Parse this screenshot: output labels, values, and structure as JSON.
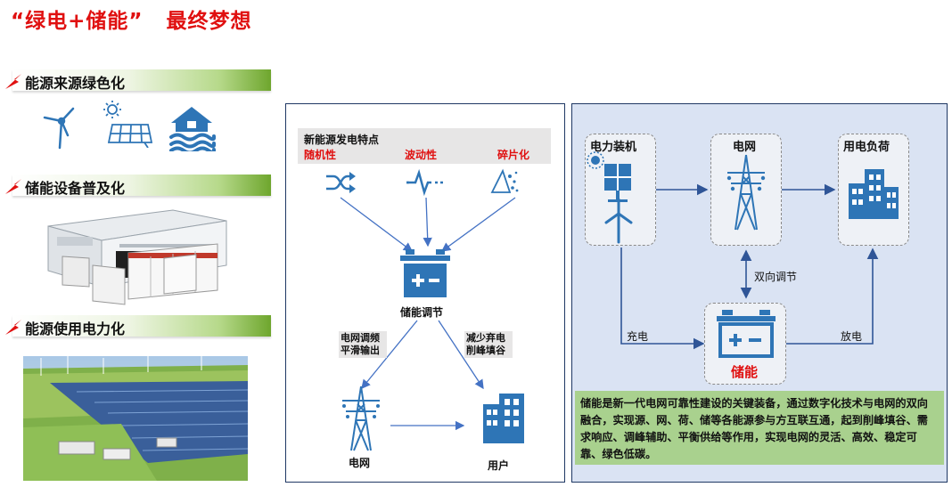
{
  "title": {
    "part1": "“绿电+储能”",
    "part2": "最终梦想"
  },
  "sections": [
    {
      "label": "能源来源绿色化"
    },
    {
      "label": "储能设备普及化"
    },
    {
      "label": "能源使用电力化"
    }
  ],
  "mid_panel": {
    "header": "新能源发电特点",
    "traits": [
      "随机性",
      "波动性",
      "碎片化"
    ],
    "storage_label": "储能调节",
    "left_note": [
      "电网调频",
      "平滑输出"
    ],
    "right_note": [
      "减少弃电",
      "削峰填谷"
    ],
    "grid_label": "电网",
    "user_label": "用户"
  },
  "right_panel": {
    "node_install": "电力装机",
    "node_grid": "电网",
    "node_load": "用电负荷",
    "bidirectional": "双向调节",
    "charge": "充电",
    "discharge": "放电",
    "storage": "储能",
    "description": "储能是新一代电网可靠性建设的关键装备，通过数字化技术与电网的双向融合，实现源、网、荷、储等各能源参与方互联互通，起到削峰填谷、需求响应、调峰辅助、平衡供给等作用，实现电网的灵活、高效、稳定可靠、绿色低碳。"
  },
  "colors": {
    "accent_red": "#e01010",
    "icon_blue": "#2e75b6",
    "panel_blue": "#dae3f3",
    "bar_green": "#6ea62d",
    "note_green": "#a9d18e"
  },
  "icons": [
    "wind-turbine-icon",
    "solar-panel-icon",
    "hydro-house-icon",
    "shuffle-icon",
    "waveform-icon",
    "fragment-icon",
    "battery-icon",
    "pylon-icon",
    "building-icon"
  ]
}
